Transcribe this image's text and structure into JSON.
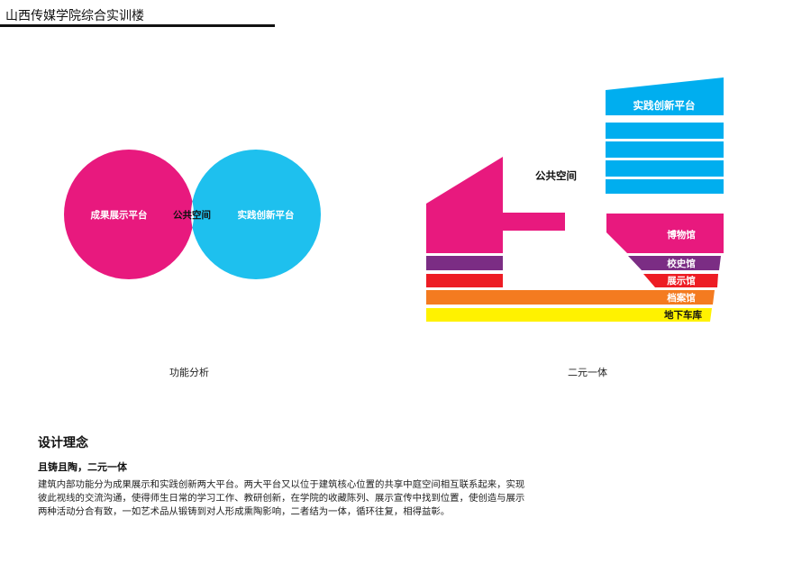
{
  "header": {
    "title": "山西传媒学院综合实训楼"
  },
  "venn": {
    "left_label": "成果展示平台",
    "center_label": "公共空间",
    "right_label": "实践创新平台",
    "left_color": "#E8197E",
    "right_color": "#1EC0EE",
    "caption": "功能分析"
  },
  "section": {
    "right_caption": "二元一体",
    "top_block_label": "实践创新平台",
    "center_label": "公共空间",
    "top_block_color": "#00AEEF",
    "main_color": "#E8197E",
    "layers": [
      {
        "label": "博物馆",
        "color": "#E8197E"
      },
      {
        "label": "校史馆",
        "color": "#7B2D84"
      },
      {
        "label": "展示馆",
        "color": "#ED1C24"
      },
      {
        "label": "档案馆",
        "color": "#F47B20"
      },
      {
        "label": "地下车库",
        "color": "#FFF200"
      }
    ]
  },
  "concept": {
    "heading": "设计理念",
    "subheading": "且铸且陶，二元一体",
    "lines": [
      "建筑内部功能分为成果展示和实践创新两大平台。两大平台又以位于建筑核心位置的共享中庭空间相互联系起来，实现",
      "彼此视线的交流沟通，使得师生日常的学习工作、教研创新，在学院的收藏陈列、展示宣传中找到位置，使创造与展示",
      "两种活动分合有致，一如艺术品从锻铸到对人形成熏陶影响，二者结为一体，循环往复，相得益彰。"
    ]
  }
}
